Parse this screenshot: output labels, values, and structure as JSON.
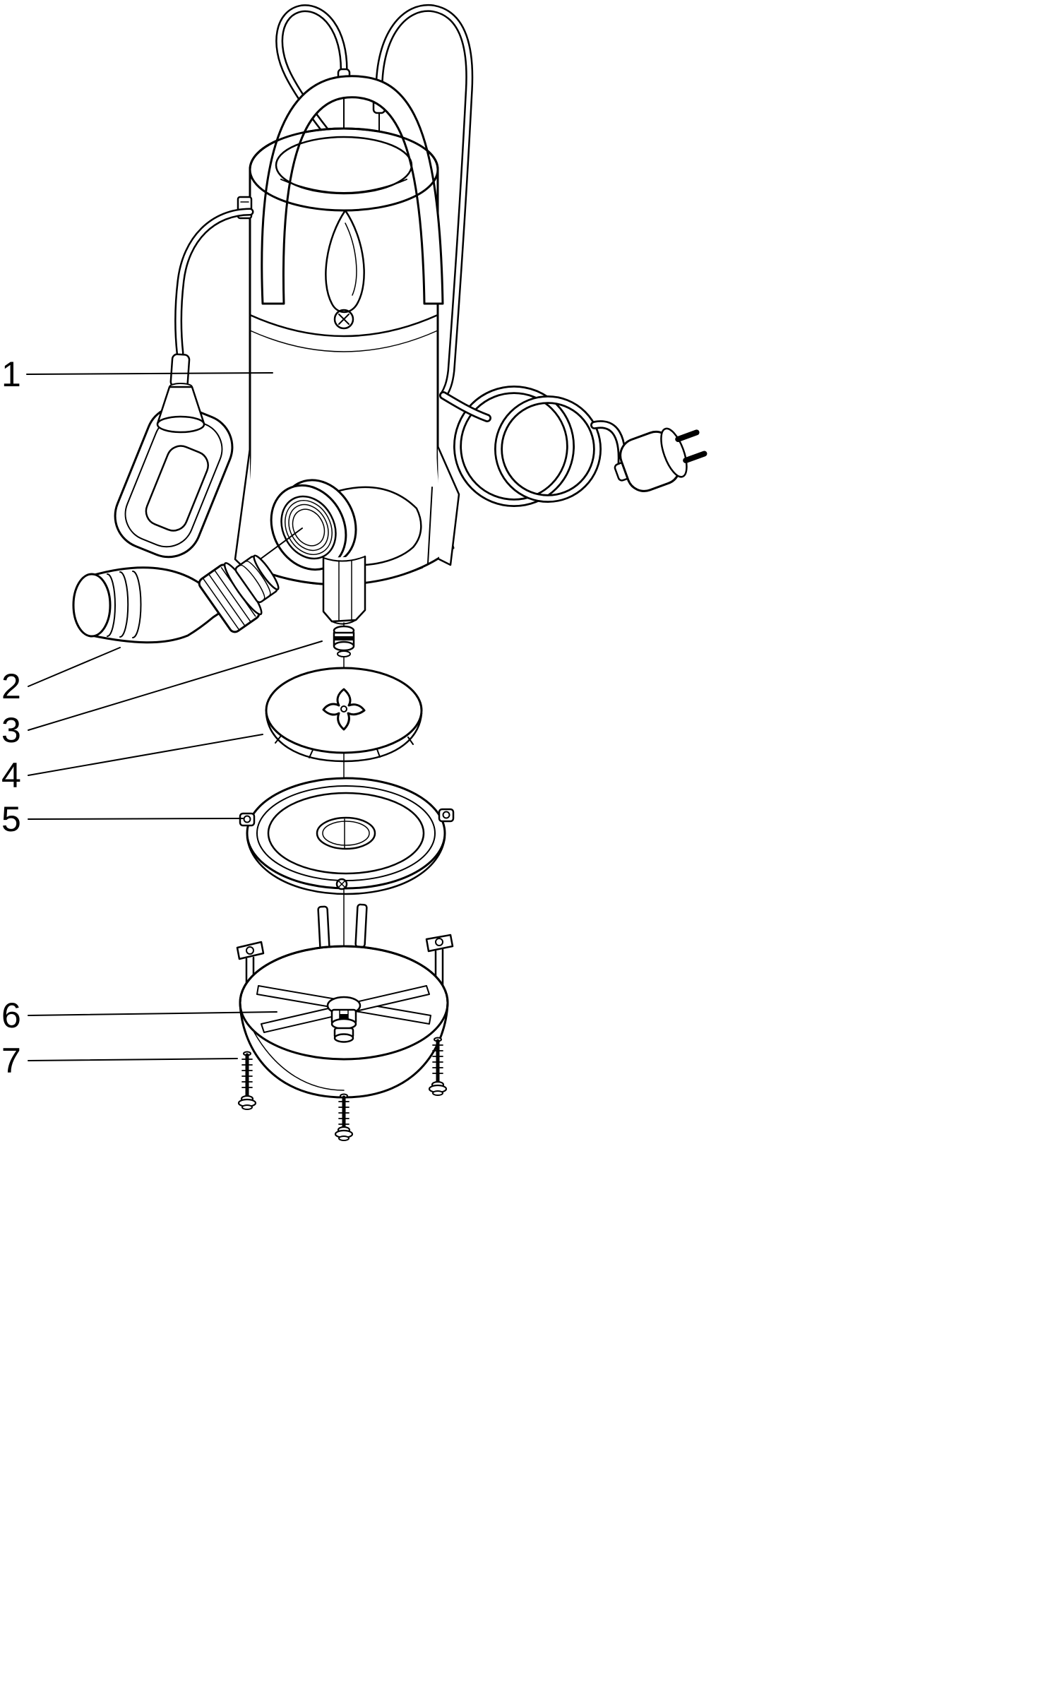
{
  "diagram": {
    "type": "exploded-parts-diagram",
    "subject": "submersible-pump",
    "colors": {
      "line": "#000000",
      "background": "#ffffff"
    },
    "callouts": [
      {
        "number": "1",
        "part": "pump-body"
      },
      {
        "number": "2",
        "part": "elbow-hose-connector"
      },
      {
        "number": "3",
        "part": "shaft-seal"
      },
      {
        "number": "4",
        "part": "impeller"
      },
      {
        "number": "5",
        "part": "diffuser-plate"
      },
      {
        "number": "6",
        "part": "suction-base"
      },
      {
        "number": "7",
        "part": "fastening-screws"
      }
    ]
  }
}
